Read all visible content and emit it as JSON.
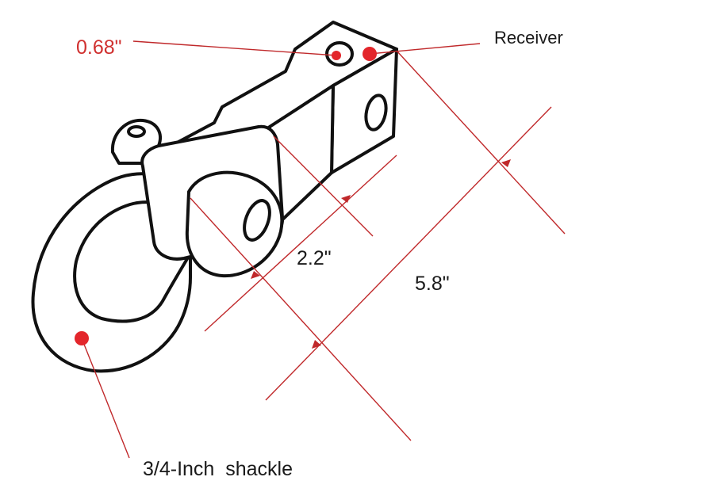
{
  "labels": {
    "hole_diameter": "0.68\"",
    "receiver": "Receiver",
    "inner_length": "2.2\"",
    "overall_length": "5.8\"",
    "shackle": "3/4-Inch  shackle"
  },
  "colors": {
    "outline": "#111111",
    "accent": "#c0292b",
    "marker": "#e3262b",
    "text_dark": "#1a1a1a",
    "text_accent": "#d0302f",
    "background": "#ffffff"
  }
}
